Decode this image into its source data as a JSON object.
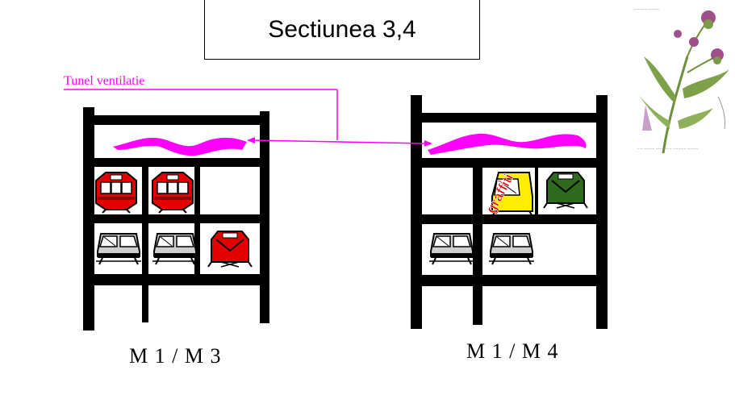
{
  "title": "Sectiunea  3,4",
  "tunnel_label": "Tunel  ventilatie",
  "graffiti_text": "graffiti",
  "racks": [
    {
      "label": "M 1 / M 3"
    },
    {
      "label": "M 1 / M 4"
    }
  ],
  "colors": {
    "frame": "#000000",
    "tunnel": "#ff00ff",
    "train_red": "#e30000",
    "train_yellow": "#ffee00",
    "train_green": "#2d6a1d",
    "train_gray": "#c8c8c8"
  },
  "icons": {
    "botanical_image": "thistle-illustration",
    "train_front": "train-front-icon"
  }
}
